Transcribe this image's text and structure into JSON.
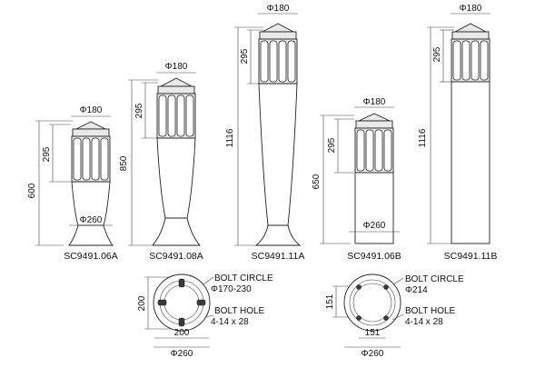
{
  "diagram": {
    "dimensions": {
      "phi180": "Φ180",
      "phi260": "Φ260",
      "h295": "295",
      "h600": "600",
      "h850": "850",
      "h1116": "1116",
      "h650": "650",
      "b200": "200",
      "b151": "151"
    },
    "models": [
      {
        "code": "SC9491.06A"
      },
      {
        "code": "SC9491.08A"
      },
      {
        "code": "SC9491.11A"
      },
      {
        "code": "SC9491.06B"
      },
      {
        "code": "SC9491.11B"
      }
    ],
    "base_a": {
      "bolt_circle_label": "BOLT CIRCLE",
      "bolt_circle_value": "Φ170-230",
      "bolt_hole_label": "BOLT HOLE",
      "bolt_hole_value": "4-14 x 28"
    },
    "base_b": {
      "bolt_circle_label": "BOLT CIRCLE",
      "bolt_circle_value": "Φ214",
      "bolt_hole_label": "BOLT HOLE",
      "bolt_hole_value": "4-14 x 28"
    }
  }
}
